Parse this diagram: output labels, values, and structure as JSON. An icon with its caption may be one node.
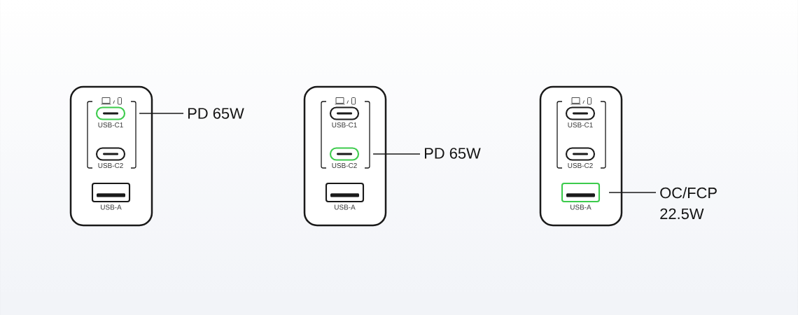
{
  "diagram": {
    "nodes": [
      {
        "text": [],
        "shape": "box"
      },
      {
        "text": [
          "USB-C1"
        ],
        "in": 0
      },
      {
        "text": [
          "USB-C2"
        ],
        "in": 0
      },
      {
        "text": [
          "USB-A"
        ],
        "in": 0
      },
      {
        "text": [
          "PD 65W"
        ]
      },
      {
        "text": [],
        "shape": "box"
      },
      {
        "text": [
          "USB-C1"
        ],
        "in": 5
      },
      {
        "text": [
          "USB-C2"
        ],
        "in": 5
      },
      {
        "text": [
          "USB-A"
        ],
        "in": 5
      },
      {
        "text": [
          "PD 65W"
        ]
      },
      {
        "text": [],
        "shape": "box"
      },
      {
        "text": [
          "USB-C1"
        ],
        "in": 10
      },
      {
        "text": [
          "USB-C2"
        ],
        "in": 10
      },
      {
        "text": [
          "USB-A"
        ],
        "in": 10
      },
      {
        "text": [
          "OC/FCP 22.5W"
        ]
      }
    ],
    "edges": [
      {
        "from": 4,
        "to": 1,
        "arrow": "none"
      },
      {
        "from": 9,
        "to": 7,
        "arrow": "none"
      },
      {
        "from": 14,
        "to": 13,
        "arrow": "none"
      }
    ]
  }
}
